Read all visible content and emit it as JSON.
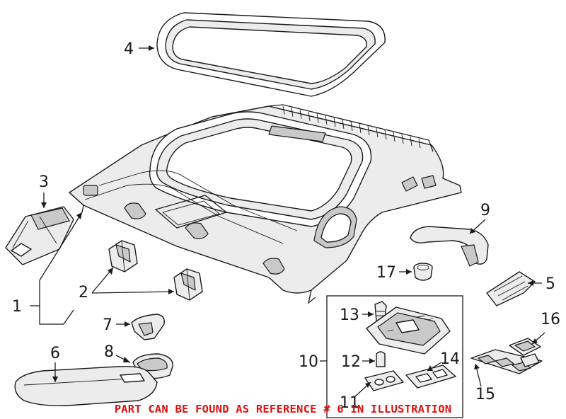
{
  "callouts": [
    "1",
    "2",
    "3",
    "4",
    "5",
    "6",
    "7",
    "8",
    "9",
    "10",
    "11",
    "12",
    "13",
    "14",
    "15",
    "16",
    "17"
  ],
  "note": "PART CAN BE FOUND AS REFERENCE # 6 IN ILLUSTRATION",
  "colors": {
    "note": "#e01010",
    "line": "#1a1a1a",
    "part_fill": "#ececec"
  }
}
